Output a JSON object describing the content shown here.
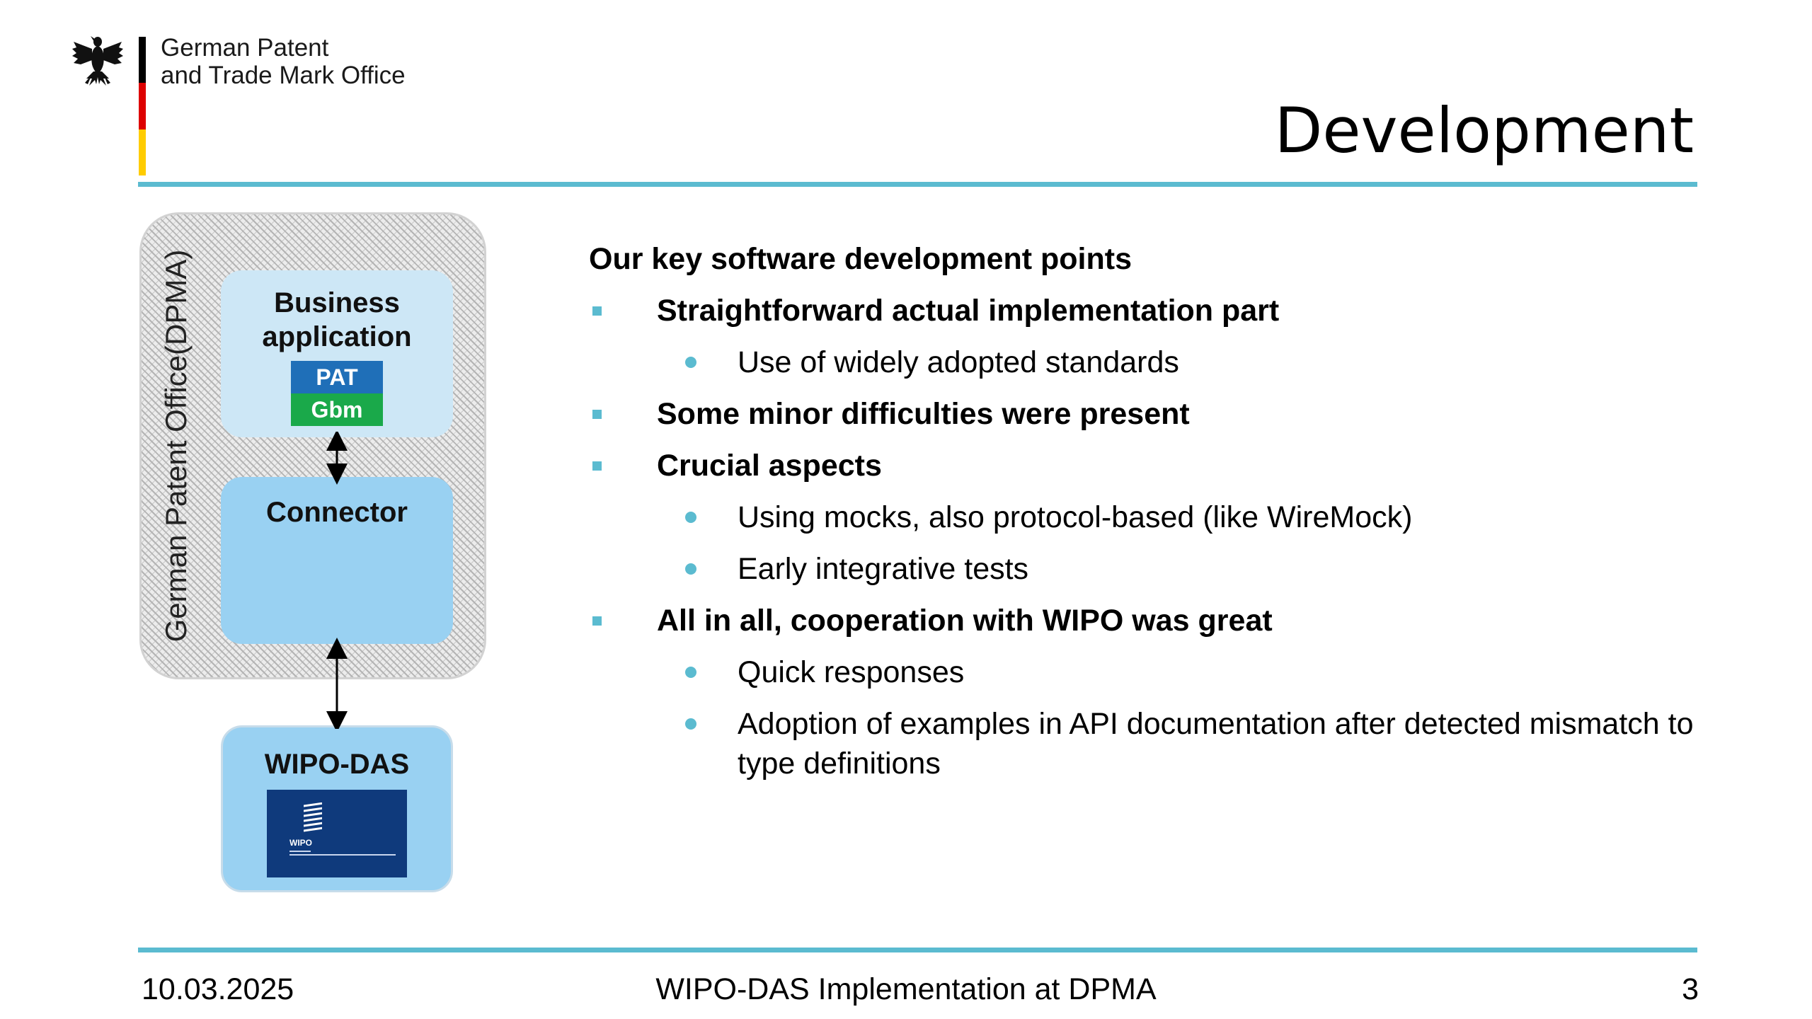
{
  "header": {
    "org_line1": "German Patent",
    "org_line2": "and Trade Mark Office",
    "title": "Development",
    "flag_colors": [
      "#000000",
      "#dd0000",
      "#ffcc00"
    ],
    "accent_color": "#5bbbd0"
  },
  "diagram": {
    "frame_label": "German Patent Office(DPMA)",
    "business_app": {
      "label_line1": "Business",
      "label_line2": "application",
      "tag1": "PAT",
      "tag2": "Gbm"
    },
    "connector": {
      "label": "Connector"
    },
    "wipo_das": {
      "label": "WIPO-DAS",
      "logo_text": "WIPO"
    }
  },
  "content": {
    "heading": "Our key software development points",
    "points": [
      {
        "text": "Straightforward actual implementation part",
        "subpoints": [
          "Use of widely adopted standards"
        ]
      },
      {
        "text": "Some minor difficulties were present",
        "subpoints": []
      },
      {
        "text": "Crucial aspects",
        "subpoints": [
          "Using mocks, also protocol-based (like WireMock)",
          "Early integrative tests"
        ]
      },
      {
        "text": "All in all, cooperation with WIPO was great",
        "subpoints": [
          "Quick responses",
          "Adoption of examples in API documentation after detected mismatch to type definitions"
        ]
      }
    ]
  },
  "footer": {
    "date": "10.03.2025",
    "title": "WIPO-DAS Implementation at DPMA",
    "page": "3"
  }
}
